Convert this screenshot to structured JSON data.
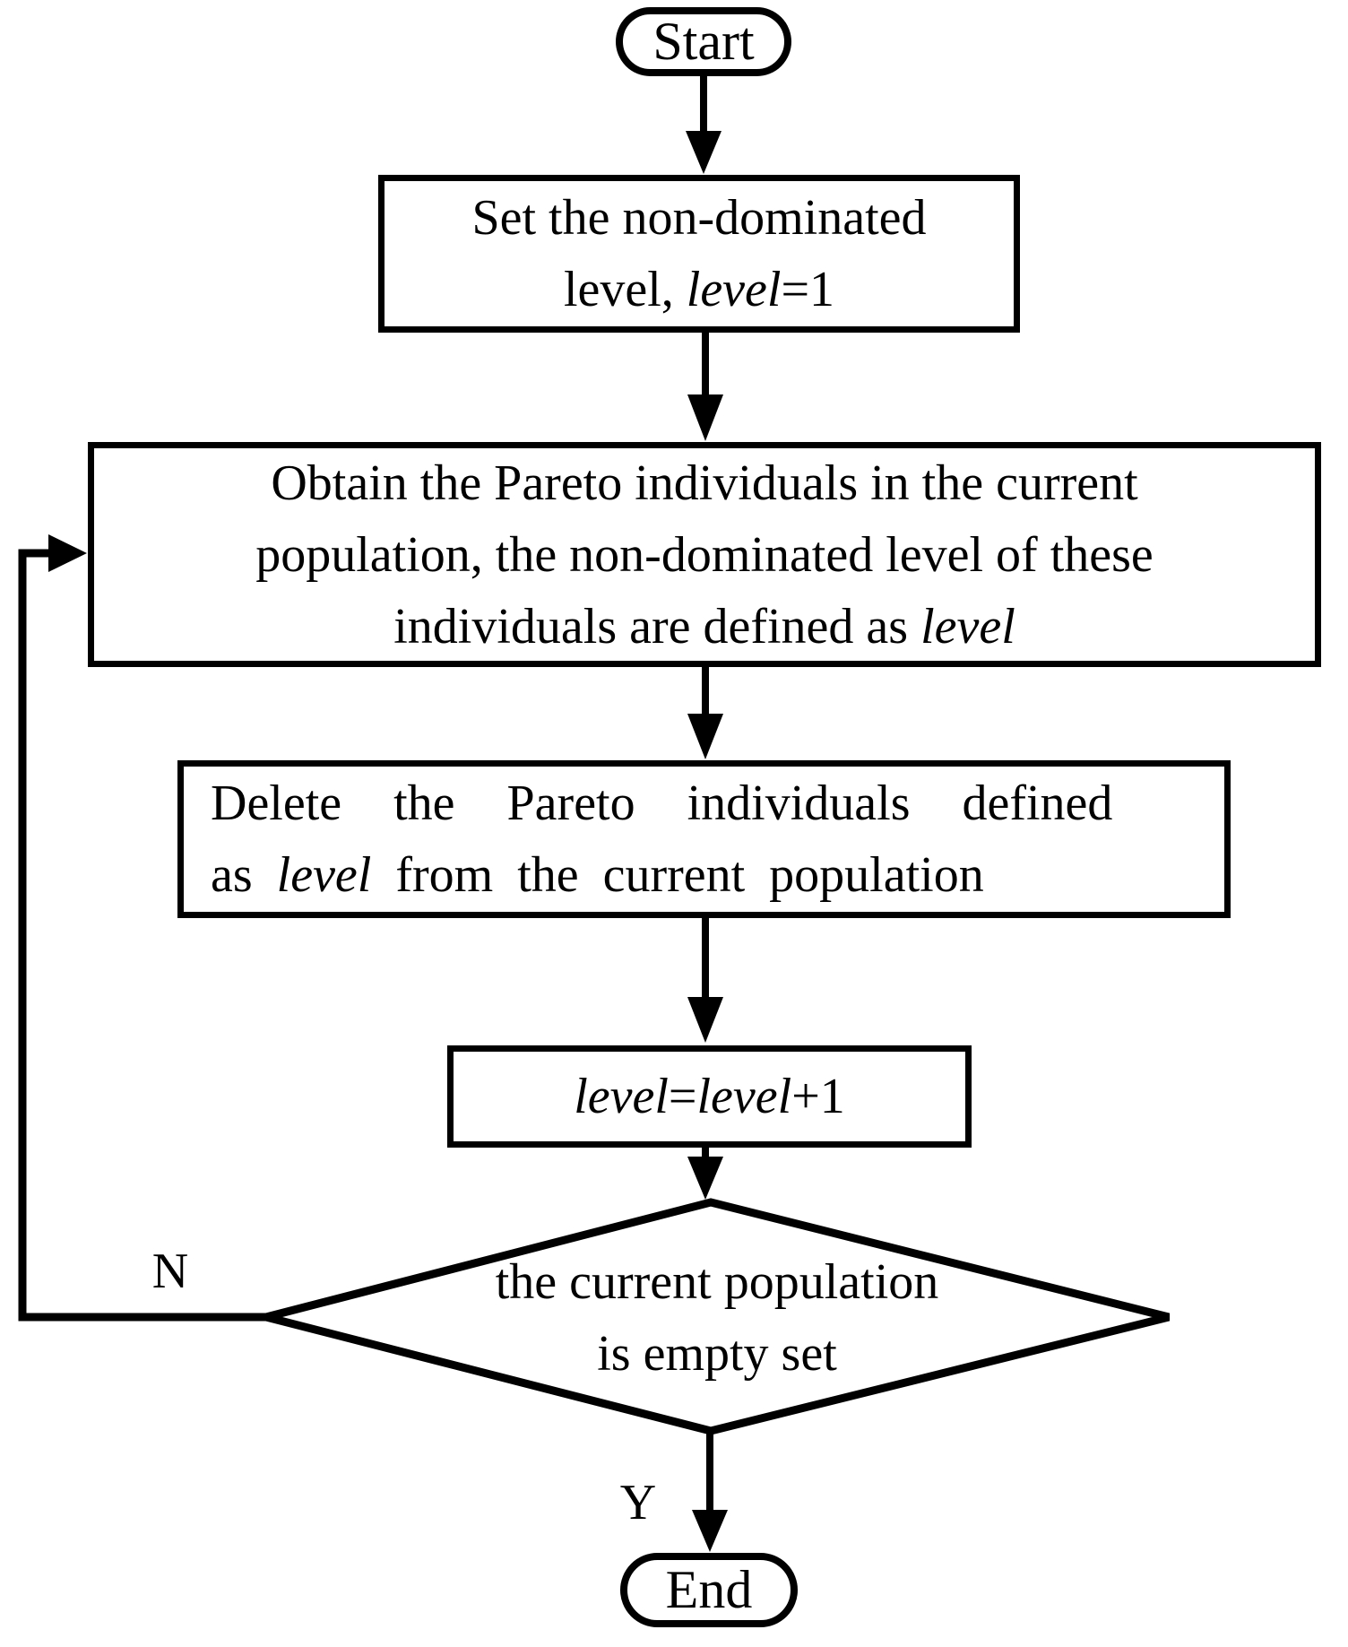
{
  "colors": {
    "ink": "#000000",
    "paper": "#ffffff"
  },
  "nodes": {
    "start": {
      "label": "Start"
    },
    "set_level": {
      "line1": "Set the non-dominated",
      "line2_pre": "level, ",
      "line2_var": "level",
      "line2_post": "=1"
    },
    "obtain_pareto": {
      "line1": "Obtain the Pareto individuals in the current",
      "line2": "population, the non-dominated level of these",
      "line3_pre": "individuals are defined as ",
      "line3_var": "level"
    },
    "delete_pareto": {
      "line1": "Delete the Pareto individuals defined",
      "line2_pre": "as ",
      "line2_var": "level",
      "line2_post": " from the current population"
    },
    "increment_level": {
      "var1": "level",
      "eq": "=",
      "var2": "level",
      "inc": "+1"
    },
    "empty_check": {
      "line1": "the current population",
      "line2": "is empty set"
    },
    "end": {
      "label": "End"
    }
  },
  "branches": {
    "no_label": "N",
    "yes_label": "Y"
  }
}
